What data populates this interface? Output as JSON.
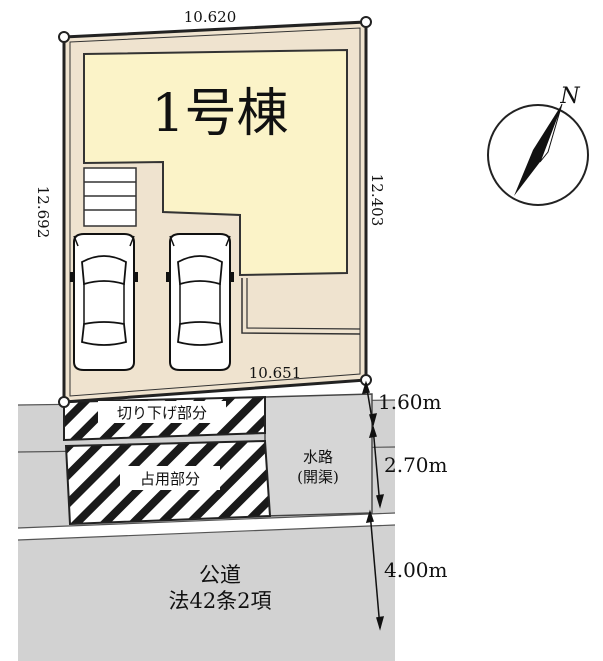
{
  "building": {
    "label": "1号棟"
  },
  "lot": {
    "top_length": "10.620",
    "left_length": "12.692",
    "right_length": "12.403",
    "bottom_length": "10.651"
  },
  "zones": {
    "cut_down": "切り下げ部分",
    "occupancy": "占用部分",
    "waterway_line1": "水路",
    "waterway_line2": "(開渠)",
    "road_line1": "公道",
    "road_line2": "法42条2項"
  },
  "widths": {
    "cut_down_width": "1.60m",
    "waterway_width": "2.70m",
    "road_width": "4.00m"
  },
  "compass": {
    "north_label": "N"
  },
  "colors": {
    "lot_fill": "#efe3cf",
    "building_fill": "#fbf3c8",
    "road_fill": "#d2d2d2",
    "outline": "#222222"
  }
}
